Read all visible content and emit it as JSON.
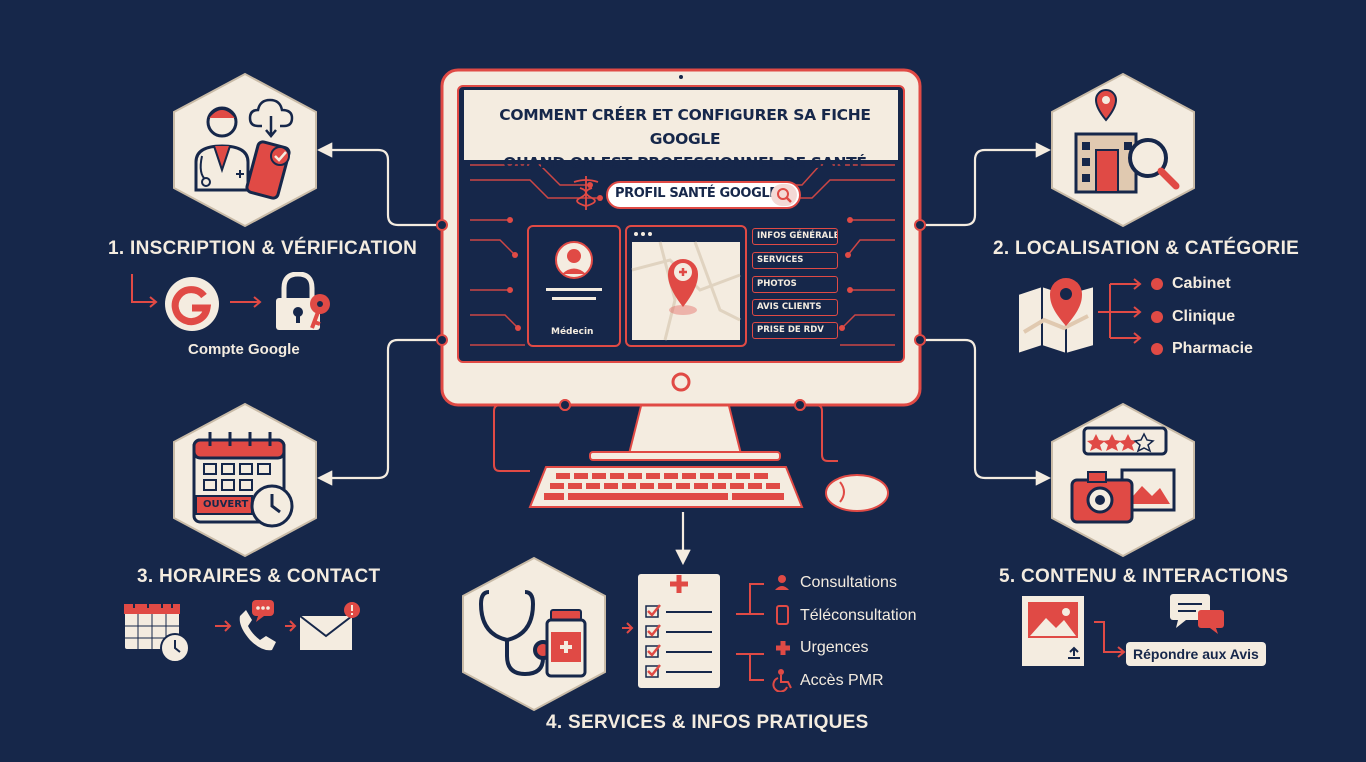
{
  "screen": {
    "title_line1": "Comment créer et configurer sa fiche Google",
    "title_line2": "quand on est professionnel de santé",
    "search_text": "Profil santé Google",
    "profile_label": "Médecin",
    "menu": [
      "Infos générales",
      "Services",
      "Photos",
      "Avis clients",
      "Prise de RDV"
    ]
  },
  "steps": {
    "step1": {
      "title": "1. INSCRIPTION & VÉRIFICATION",
      "sub": "Compte Google"
    },
    "step2": {
      "title": "2. LOCALISATION & CATÉGORIE",
      "items": [
        "Cabinet",
        "Clinique",
        "Pharmacie"
      ]
    },
    "step3": {
      "title": "3. HORAIRES & CONTACT",
      "calendar_badge": "OUVERT"
    },
    "step4": {
      "title": "4. SERVICES & INFOS PRATIQUES",
      "items": [
        "Consultations",
        "Téléconsultation",
        "Urgences",
        "Accès PMR"
      ]
    },
    "step5": {
      "title": "5. CONTENU & INTERACTIONS",
      "action": "Répondre aux Avis"
    }
  },
  "colors": {
    "background": "#16274a",
    "accent": "#e04a45",
    "cream": "#f4ece0",
    "navy": "#16274a"
  },
  "icons": [
    "doctor-phone-icon",
    "cloud-icon",
    "google-g-icon",
    "padlock-key-icon",
    "calendar-clock-icon",
    "phone-icon",
    "envelope-icon",
    "hospital-pin-icon",
    "map-pin-icon",
    "camera-photo-icon",
    "stethoscope-icon",
    "checklist-icon",
    "caduceus-icon",
    "mouse-icon",
    "keyboard-icon"
  ]
}
